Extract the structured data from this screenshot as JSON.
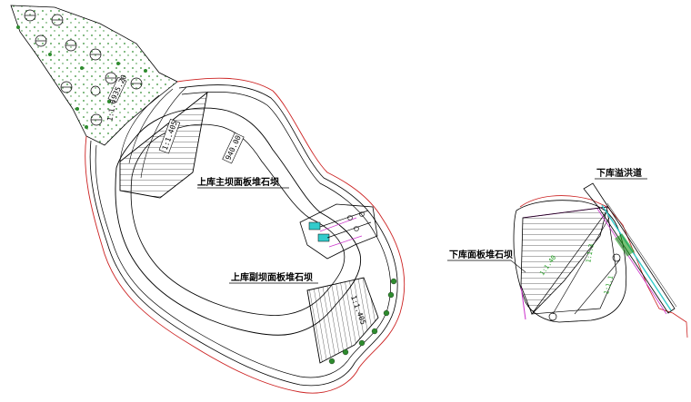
{
  "labels": {
    "upper_main_dam": "上库主坝面板堆石坝",
    "upper_sub_dam": "上库副坝面板堆石坝",
    "lower_dam": "下库面板堆石坝",
    "lower_spillway": "下库溢洪道"
  },
  "dims": {
    "elev_940": "940.00",
    "elev_935": "935.20",
    "slope_main": "1:1.405",
    "slope_sub": "1:1.405",
    "slope_lower": "1:1.40",
    "slope_lower2": "1:1.3",
    "slope_1_1": "1:1.1",
    "slope_left": "1:1.6"
  },
  "colors": {
    "outline": "#000000",
    "red_boundary": "#cc2222",
    "magenta": "#cc33cc",
    "cyan": "#33cccc",
    "green": "#1a9a1a",
    "vegetation": "#2e8b2e"
  }
}
